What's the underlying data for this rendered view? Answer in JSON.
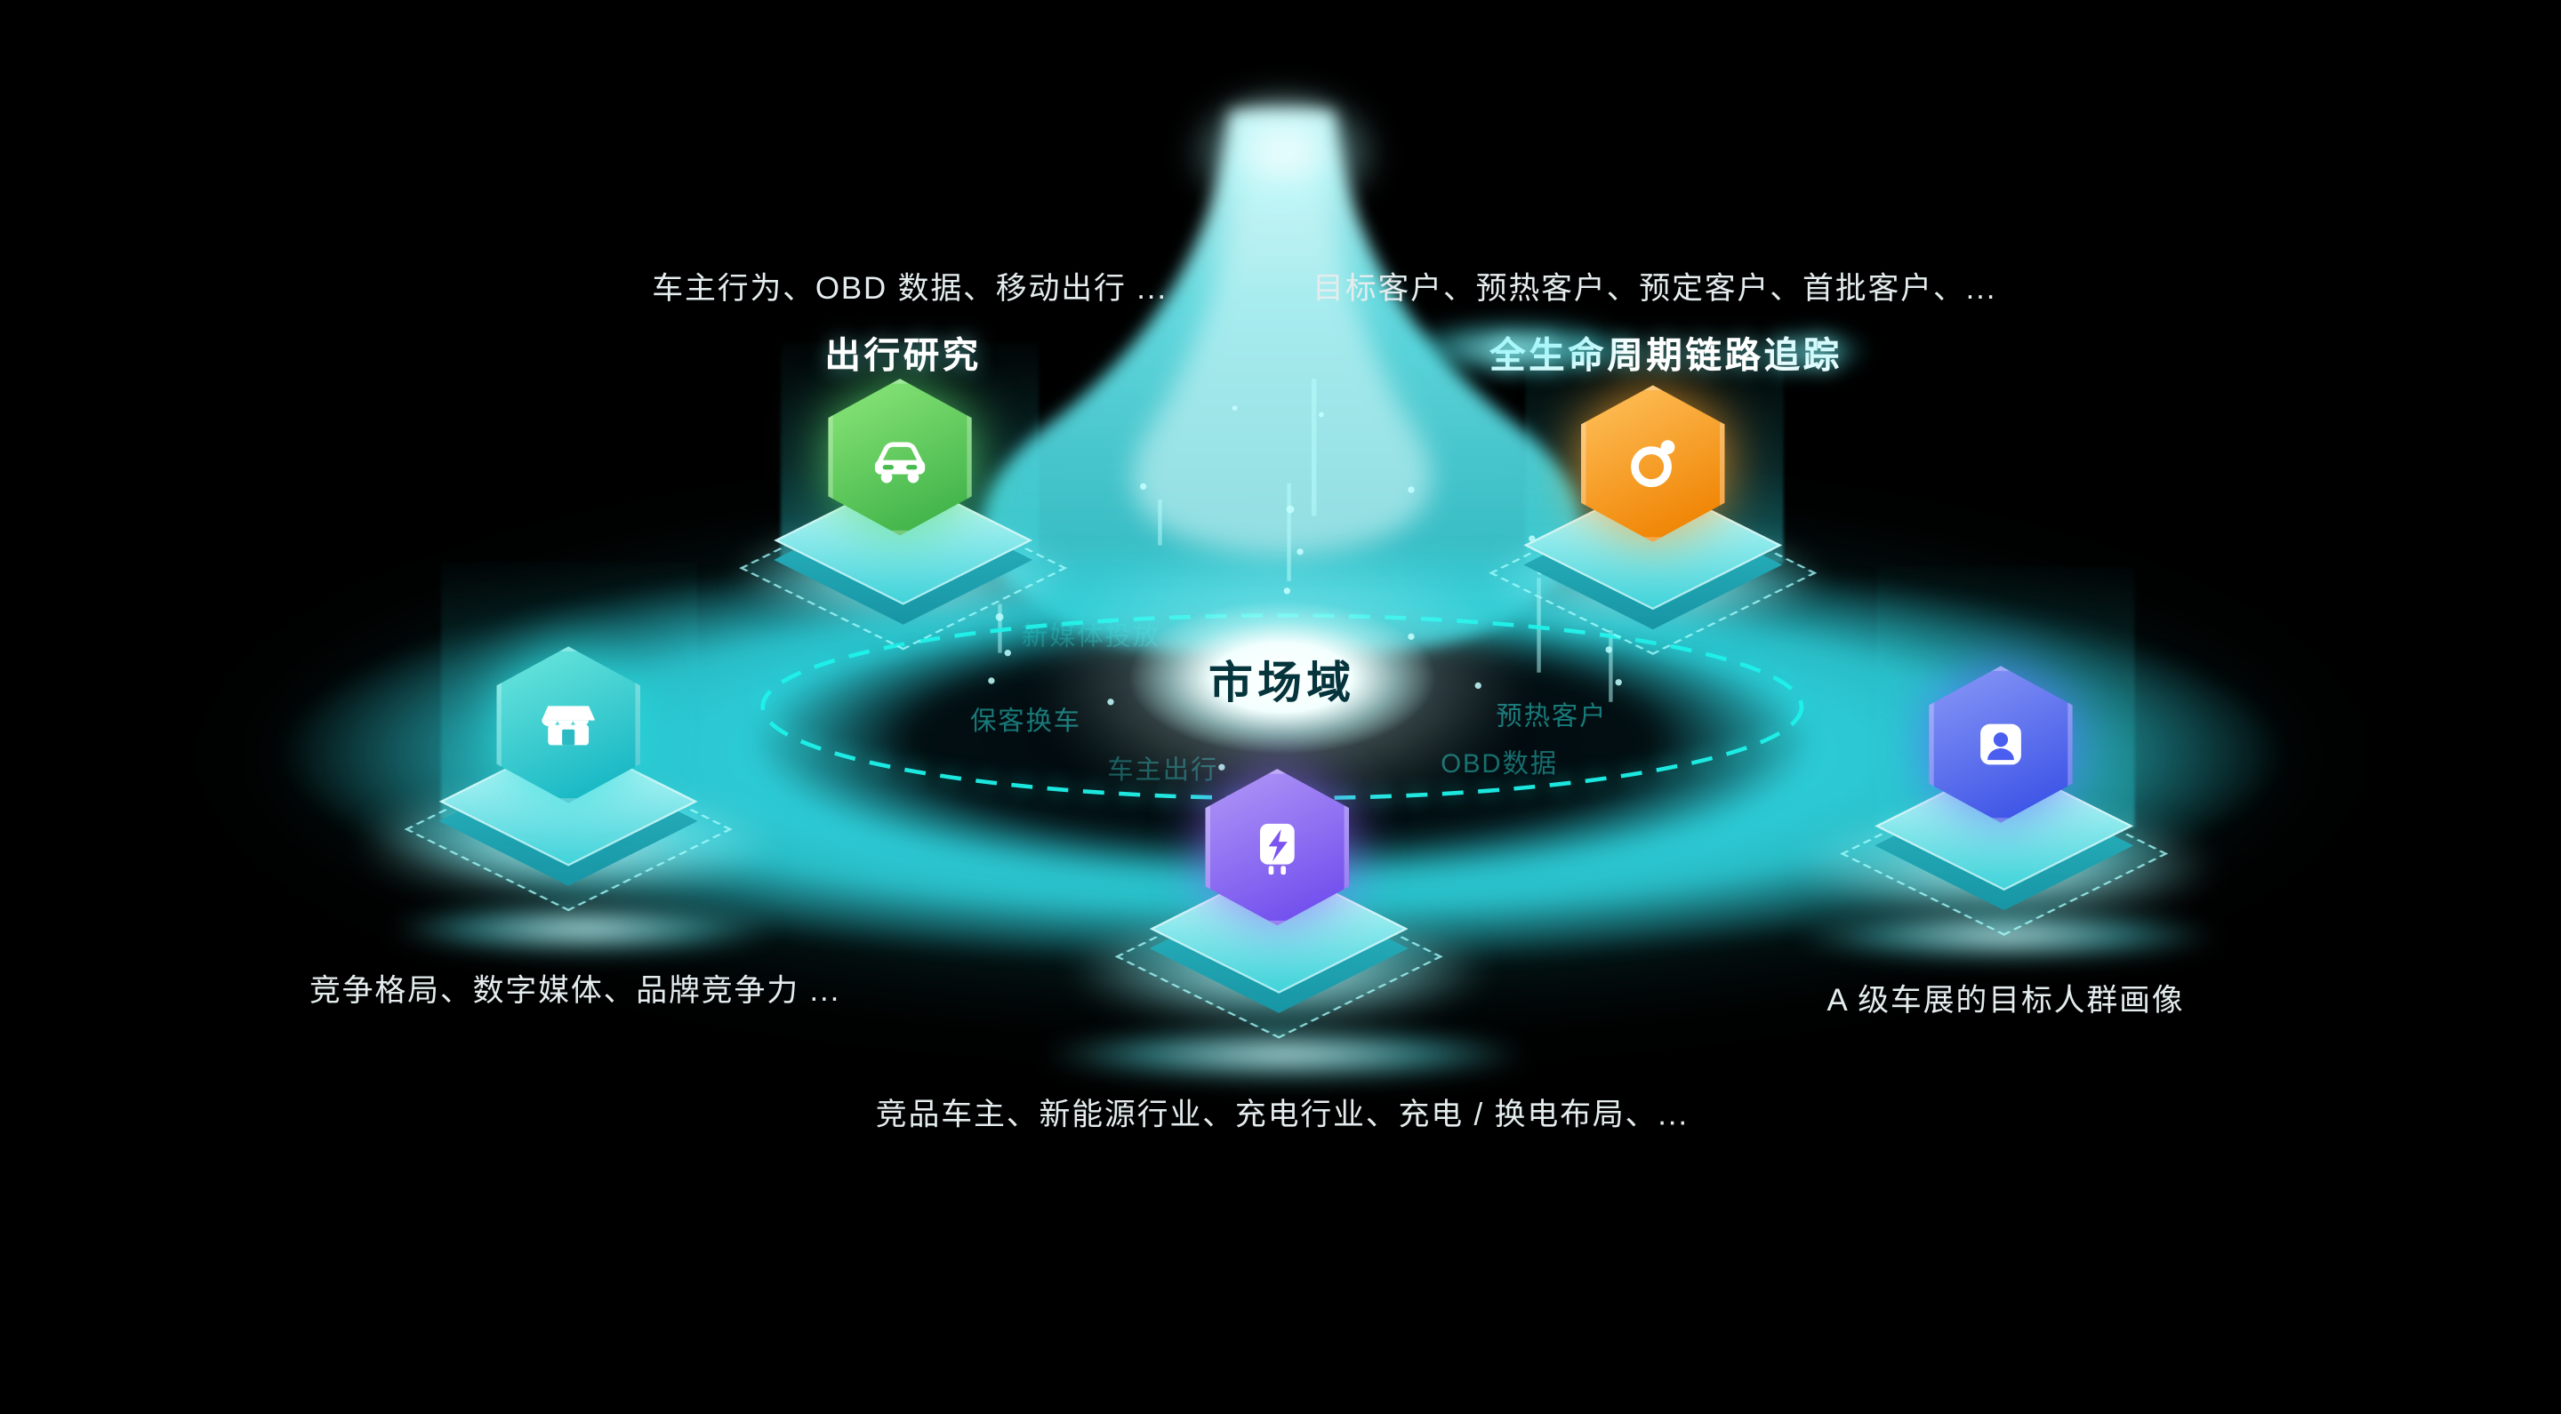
{
  "center": {
    "label": "市场域"
  },
  "nodes": {
    "travel": {
      "title": "出行研究",
      "caption": "车主行为、OBD 数据、移动出行 ...",
      "icon": "car-icon",
      "accent": "#3eb248"
    },
    "lifecycle": {
      "title": "全生命周期链路追踪",
      "caption": "目标客户、预热客户、预定客户、首批客户、...",
      "icon": "orbit-ring-icon",
      "accent": "#ef8200"
    },
    "competition": {
      "caption": "竞争格局、数字媒体、品牌竞争力 ...",
      "icon": "storefront-icon",
      "accent": "#15b6c4"
    },
    "charging": {
      "caption": "竞品车主、新能源行业、充电行业、充电 / 换电布局、...",
      "icon": "charging-icon",
      "accent": "#6f4ced"
    },
    "audience": {
      "caption": "A 级车展的目标人群画像",
      "icon": "person-icon",
      "accent": "#3b52e6"
    }
  },
  "ring_labels": [
    "新媒体投放",
    "保客换车",
    "预热客户",
    "OBD数据",
    "车主出行"
  ],
  "colors": {
    "background": "#000000",
    "disc_teal": "#2cc9d4",
    "dashed_ring": "#1ef2ea"
  }
}
